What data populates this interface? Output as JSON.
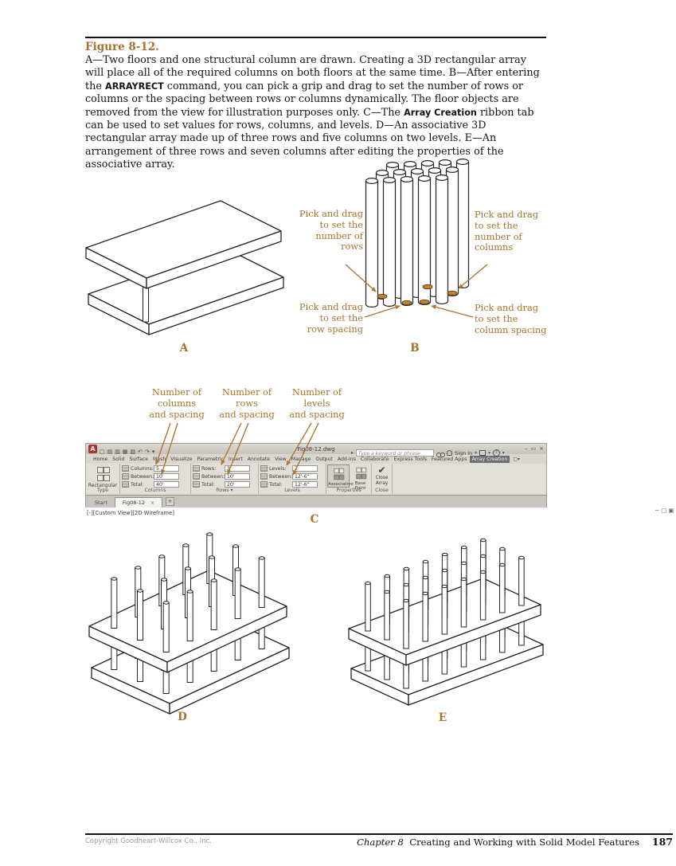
{
  "colors": {
    "accent": "#a8722c",
    "arrow": "#b0762c",
    "active_tab_bg": "#6f6f6f",
    "logo_red": "#b03226"
  },
  "figure": {
    "heading": "Figure 8-12.",
    "caption_segments": [
      {
        "style": "normal",
        "text": "A—Two floors and one structural column are drawn. Creating a 3D rectangular array will place all of the required columns on both floors at the same time. B—After entering the "
      },
      {
        "style": "command",
        "text": "ARRAYRECT"
      },
      {
        "style": "normal",
        "text": " command, you can pick a grip and drag to set the number of rows or columns or the spacing between rows or columns dynamically. The floor objects are removed from the view for illustration purposes only. C—The "
      },
      {
        "style": "command",
        "text": "Array Creation"
      },
      {
        "style": "normal",
        "text": " ribbon tab can be used to set values for rows, columns, and levels. D—An associative 3D rectangular array made up of three rows and five columns on two levels. E—An arrangement of three rows and seven columns after editing the properties of the associative array."
      }
    ],
    "subfigure_labels": {
      "a": "A",
      "b": "B",
      "c": "C",
      "d": "D",
      "e": "E"
    }
  },
  "annotations_b": {
    "rows_count": "Pick and drag\nto set the\nnumber of\nrows",
    "columns_count": "Pick and drag\nto set the\nnumber of\ncolumns",
    "row_spacing": "Pick and drag\nto set the\nrow spacing",
    "column_spacing": "Pick and drag\nto set the\ncolumn spacing"
  },
  "annotations_c": {
    "columns": "Number of\ncolumns\nand spacing",
    "rows": "Number of\nrows\nand spacing",
    "levels": "Number of\nlevels\nand spacing"
  },
  "ribbon": {
    "logo": "A",
    "qat_icons": [
      "▢",
      "▤",
      "▥",
      "▦",
      "▧",
      "↶",
      "↷",
      "▾"
    ],
    "filename": "Fig08-12.dwg",
    "search_arrow": "▸",
    "search_placeholder": "Type a keyword or phrase",
    "sign_in": "Sign In",
    "help": "?",
    "caret": "▾",
    "workspace_glyph": "▢▾",
    "window_controls": [
      "–",
      "▭",
      "×"
    ],
    "tabs": [
      "Home",
      "Solid",
      "Surface",
      "Mesh",
      "Visualize",
      "Parametric",
      "Insert",
      "Annotate",
      "View",
      "Manage",
      "Output",
      "Add-ins",
      "Collaborate",
      "Express Tools",
      "Featured Apps",
      "Array Creation"
    ],
    "active_tab": "Array Creation",
    "panels": {
      "type": {
        "label": "Rectangular",
        "footer": "Type"
      },
      "columns": {
        "footer": "Columns",
        "fields": [
          {
            "label": "Columns:",
            "value": "5"
          },
          {
            "label": "Between:",
            "value": "10'"
          },
          {
            "label": "Total:",
            "value": "40'"
          }
        ]
      },
      "rows": {
        "footer": "Rows",
        "dropdown": "▾",
        "fields": [
          {
            "label": "Rows:",
            "value": "3"
          },
          {
            "label": "Between:",
            "value": "10'"
          },
          {
            "label": "Total:",
            "value": "20'"
          }
        ]
      },
      "levels": {
        "footer": "Levels",
        "fields": [
          {
            "label": "Levels:",
            "value": "2"
          },
          {
            "label": "Between:",
            "value": "12'-6\""
          },
          {
            "label": "Total:",
            "value": "12'-6\""
          }
        ]
      },
      "properties": {
        "footer": "Properties",
        "buttons": [
          "Associative",
          "Base Point"
        ],
        "selected_button": "Associative"
      },
      "close": {
        "footer": "Close",
        "label": "Close Array",
        "icon": "✔"
      }
    },
    "file_tabs": {
      "start": "Start",
      "active": "Fig08-12",
      "close_glyph": "×",
      "new_tab": "+"
    },
    "viewport_label": "[-][Custom View][2D Wireframe]",
    "viewport_controls": [
      "−",
      "▢",
      "▣"
    ]
  },
  "footer": {
    "copyright": "Copyright Goodheart-Willcox Co., Inc.",
    "chapter_label": "Chapter 8",
    "chapter_title": "Creating and Working with Solid Model Features",
    "page_number": "187"
  }
}
